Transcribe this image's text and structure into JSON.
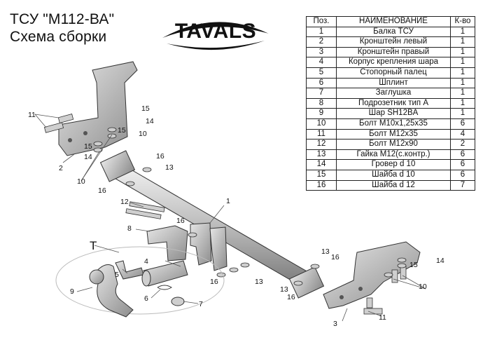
{
  "header": {
    "title_line1": "ТСУ  \"М112-ВА\"",
    "title_line2": "Схема сборки",
    "logo_text": "TAVALS"
  },
  "parts_table": {
    "columns": [
      "Поз.",
      "НАИМЕНОВАНИЕ",
      "К-во"
    ],
    "rows": [
      {
        "no": "1",
        "name": "Балка ТСУ",
        "qty": "1"
      },
      {
        "no": "2",
        "name": "Кронштейн левый",
        "qty": "1"
      },
      {
        "no": "3",
        "name": "Кронштейн правый",
        "qty": "1"
      },
      {
        "no": "4",
        "name": "Корпус крепления шара",
        "qty": "1"
      },
      {
        "no": "5",
        "name": "Стопорный палец",
        "qty": "1"
      },
      {
        "no": "6",
        "name": "Шплинт",
        "qty": "1"
      },
      {
        "no": "7",
        "name": "Заглушка",
        "qty": "1"
      },
      {
        "no": "8",
        "name": "Подрозетник тип А",
        "qty": "1"
      },
      {
        "no": "9",
        "name": "Шар SH12BA",
        "qty": "1"
      },
      {
        "no": "10",
        "name": "Болт М10x1,25x35",
        "qty": "6"
      },
      {
        "no": "11",
        "name": "Болт М12x35",
        "qty": "4"
      },
      {
        "no": "12",
        "name": "Болт М12x90",
        "qty": "2"
      },
      {
        "no": "13",
        "name": "Гайка М12(с.контр.)",
        "qty": "6"
      },
      {
        "no": "14",
        "name": "Гровер d 10",
        "qty": "6"
      },
      {
        "no": "15",
        "name": "Шайба d 10",
        "qty": "6"
      },
      {
        "no": "16",
        "name": "Шайба d 12",
        "qty": "7"
      }
    ]
  },
  "drawing_labels": {
    "T": "T",
    "n1": "1",
    "n2": "2",
    "n3": "3",
    "n4": "4",
    "n5": "5",
    "n6": "6",
    "n7": "7",
    "n8": "8",
    "n9": "9",
    "n10": "10",
    "n11": "11",
    "n12": "12",
    "n13": "13",
    "n14": "14",
    "n15": "15",
    "n16": "16"
  }
}
